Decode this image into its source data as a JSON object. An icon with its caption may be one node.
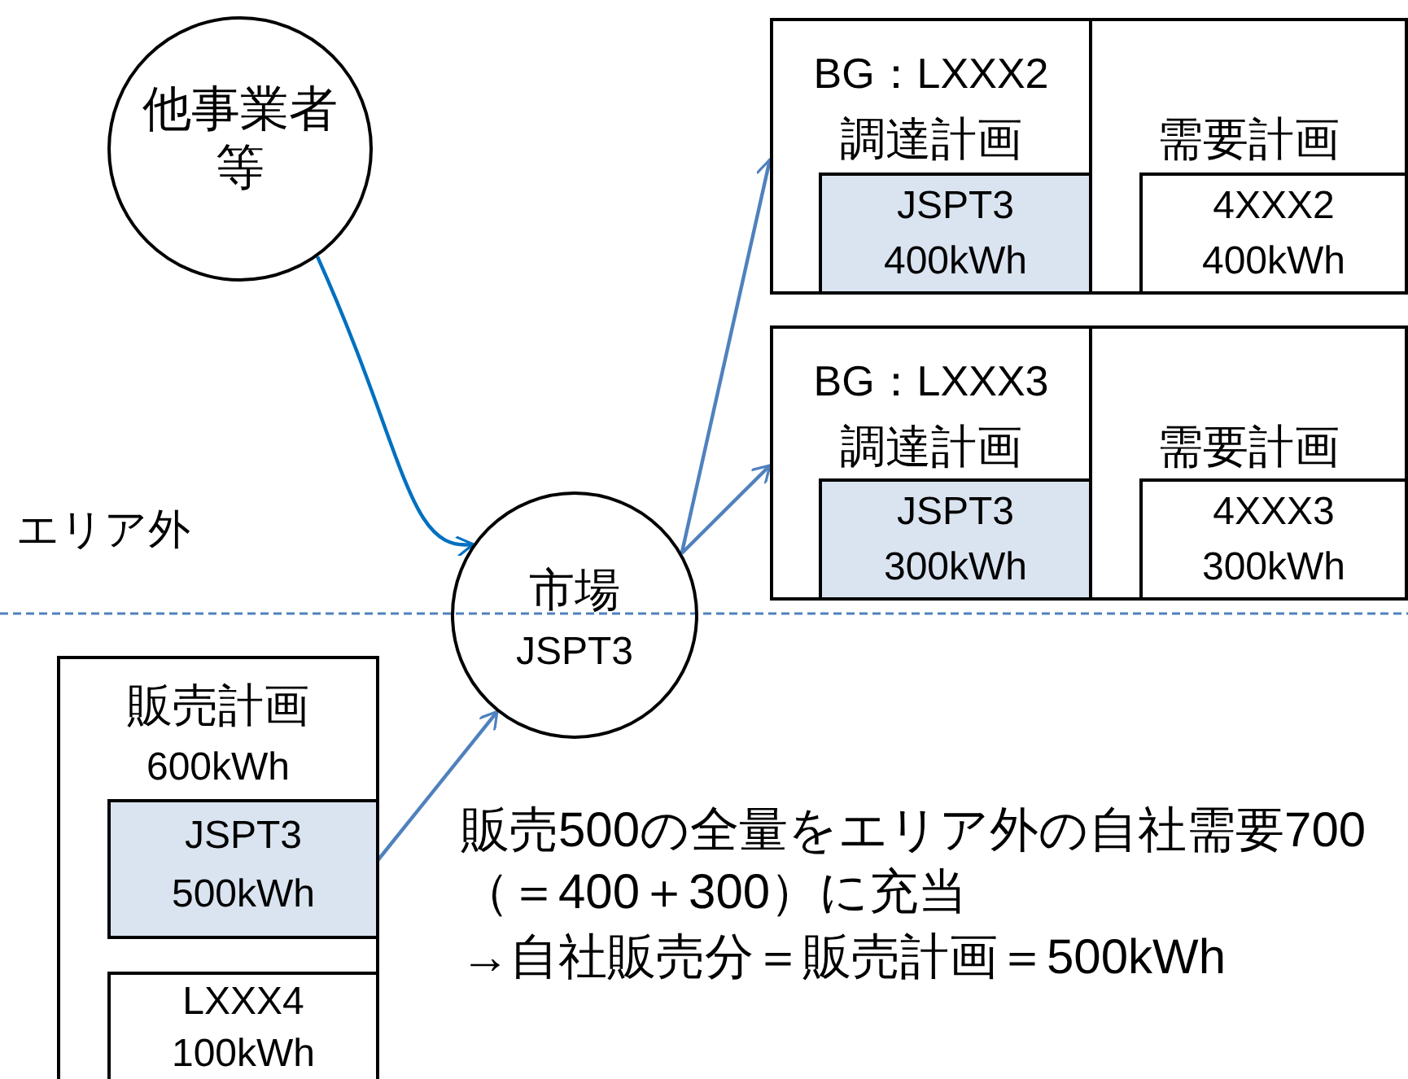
{
  "diagram": {
    "nodes": [
      {
        "text": [
          "他事業者等"
        ]
      },
      {
        "text": [
          "市場",
          "JSPT3"
        ]
      },
      {
        "text": [
          "BG：LXXX2",
          "調達計画"
        ]
      },
      {
        "text": [
          "JSPT3",
          "400kWh"
        ],
        "in": 2
      },
      {
        "text": [
          "需要計画"
        ]
      },
      {
        "text": [
          "4XXX2",
          "400kWh"
        ],
        "in": 4
      },
      {
        "text": [
          "BG：LXXX3",
          "調達計画"
        ]
      },
      {
        "text": [
          "JSPT3",
          "300kWh"
        ],
        "in": 6
      },
      {
        "text": [
          "需要計画"
        ]
      },
      {
        "text": [
          "4XXX3",
          "300kWh"
        ],
        "in": 8
      },
      {
        "text": [
          "販売計画",
          "600kWh"
        ]
      },
      {
        "text": [
          "JSPT3",
          "500kWh"
        ],
        "in": 10
      },
      {
        "text": [
          "LXXX4",
          "100kWh"
        ],
        "in": 10
      }
    ],
    "edges": [
      {
        "from": 0,
        "to": 1,
        "arrow": "to",
        "color": "#0070c0"
      },
      {
        "from": 11,
        "to": 1,
        "arrow": "to"
      },
      {
        "from": 1,
        "to": 2,
        "arrow": "to"
      },
      {
        "from": 1,
        "to": 6,
        "arrow": "to"
      }
    ],
    "labels": [
      "エリア外",
      "販売500の全量をエリア外の自社需要700（＝400＋300）に充当",
      "→自社販売分＝販売計画＝500kWh"
    ]
  }
}
